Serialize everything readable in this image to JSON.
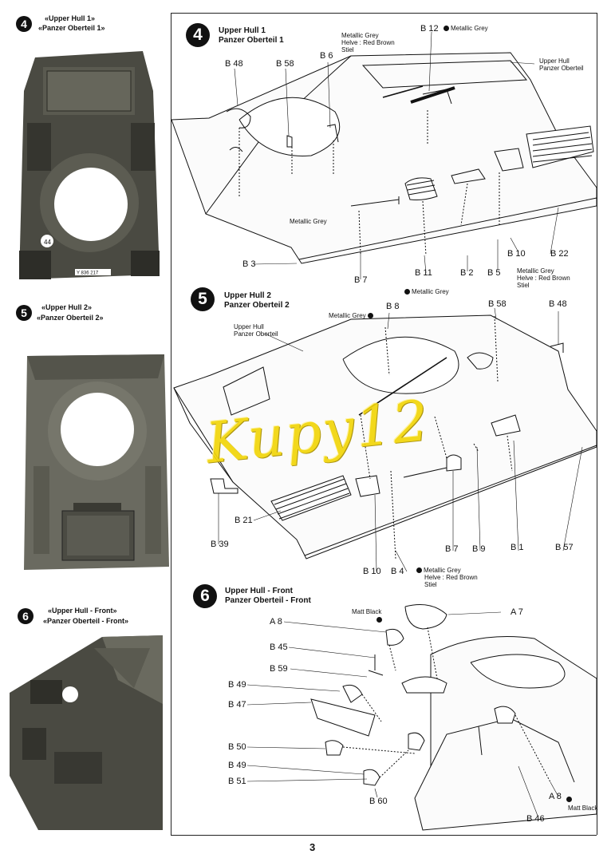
{
  "page_number": "3",
  "watermark": "Kupy12",
  "steps": {
    "s4": {
      "num": "4",
      "title_en": "Upper Hull 1",
      "title_de": "Panzer Oberteil 1",
      "side_title_en": "Upper Hull 1",
      "side_title_de": "Panzer Oberteil 1",
      "photo_plate": "Y 836 217",
      "photo_badge": "44",
      "labels": {
        "b48": "B 48",
        "b58": "B 58",
        "b6": "B 6",
        "b12": "B 12",
        "b3": "B 3",
        "b7": "B 7",
        "b11": "B 11",
        "b2": "B 2",
        "b5": "B 5",
        "b10": "B 10",
        "b22": "B 22"
      },
      "notes": {
        "metal_grey_a": "Metallic Grey",
        "metal_grey_b": "Metallic Grey",
        "metal_grey_c": "Metallic Grey",
        "metal_grey_d": "Metallic Grey",
        "helve_a_1": "Metallic Grey",
        "helve_a_2": "Helve : Red Brown",
        "helve_a_3": "Stiel",
        "helve_b_1": "Metallic Grey",
        "helve_b_2": "Helve : Red Brown",
        "helve_b_3": "Stiel",
        "upper_hull_en": "Upper Hull",
        "upper_hull_de": "Panzer Oberteil"
      }
    },
    "s5": {
      "num": "5",
      "title_en": "Upper Hull 2",
      "title_de": "Panzer Oberteil 2",
      "side_title_en": "Upper Hull 2",
      "side_title_de": "Panzer Oberteil 2",
      "labels": {
        "b8": "B 8",
        "b58": "B 58",
        "b48": "B 48",
        "b21": "B 21",
        "b39": "B 39",
        "b7": "B 7",
        "b9": "B 9",
        "b1": "B 1",
        "b57": "B 57",
        "b10": "B 10",
        "b4": "B 4"
      },
      "notes": {
        "metal_grey": "Metallic Grey",
        "upper_hull_en": "Upper Hull",
        "upper_hull_de": "Panzer Oberteil",
        "helve_1": "Metallic Grey",
        "helve_2": "Helve : Red Brown",
        "helve_3": "Stiel"
      }
    },
    "s6": {
      "num": "6",
      "title_en": "Upper Hull - Front",
      "title_de": "Panzer Oberteil - Front",
      "side_title_en": "Upper Hull - Front",
      "side_title_de": "Panzer Oberteil - Front",
      "labels": {
        "a8": "A 8",
        "a7": "A 7",
        "b45": "B 45",
        "b59": "B 59",
        "b49a": "B 49",
        "b47": "B 47",
        "b50": "B 50",
        "b49b": "B 49",
        "b51": "B 51",
        "b60": "B 60",
        "a8b": "A 8",
        "b46": "B 46"
      },
      "notes": {
        "matt_black_a": "Matt Black",
        "matt_black_b": "Matt Black"
      }
    }
  }
}
